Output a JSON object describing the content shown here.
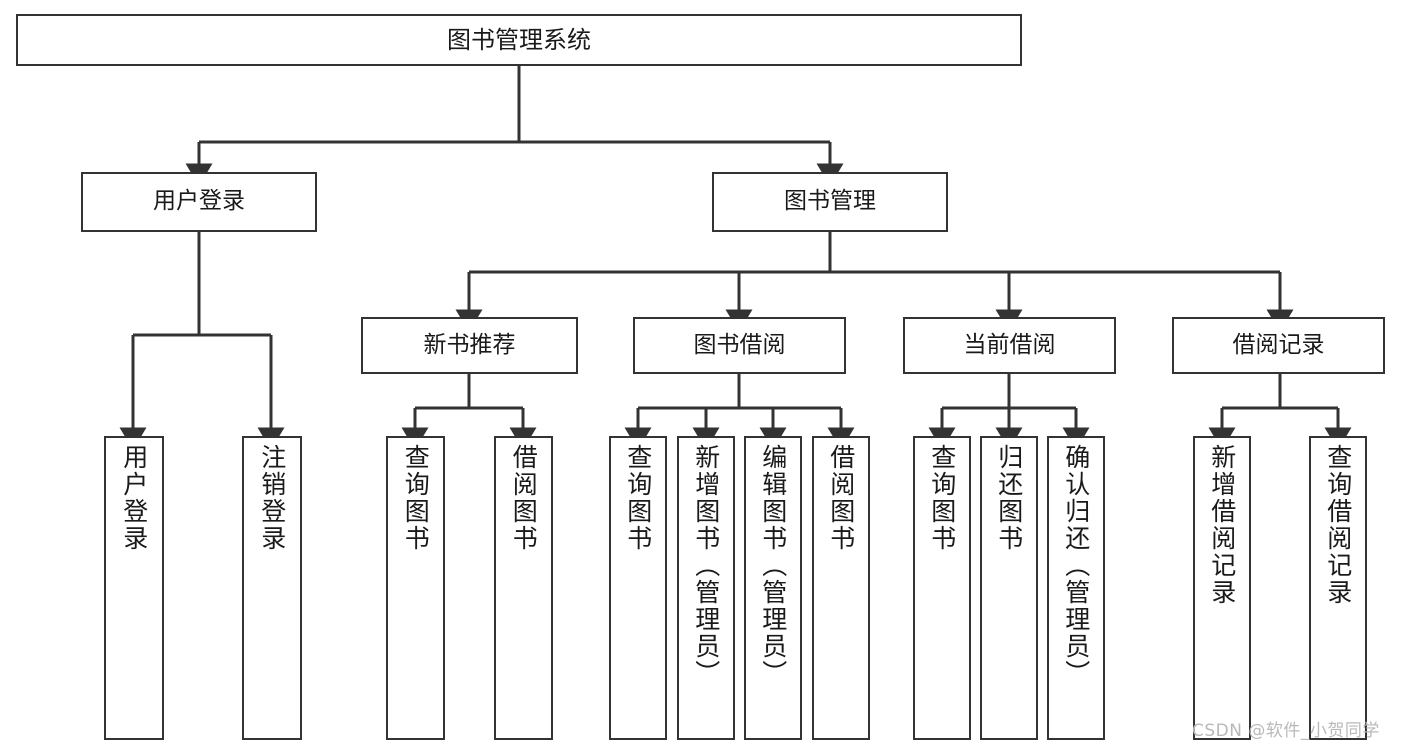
{
  "diagram": {
    "title": "图书管理系统",
    "type": "tree-hierarchy",
    "line_color": "#333333",
    "box_fill": "#ffffff",
    "text_color": "#1a1a1a",
    "nodes": {
      "root": {
        "label": "图书管理系统"
      },
      "level2": [
        {
          "label": "用户登录"
        },
        {
          "label": "图书管理"
        }
      ],
      "level3": [
        {
          "label": "新书推荐"
        },
        {
          "label": "图书借阅"
        },
        {
          "label": "当前借阅"
        },
        {
          "label": "借阅记录"
        }
      ],
      "leaves_user_login": [
        {
          "label": "用户登录"
        },
        {
          "label": "注销登录"
        }
      ],
      "leaves_new_book": [
        {
          "label": "查询图书"
        },
        {
          "label": "借阅图书"
        }
      ],
      "leaves_borrow": [
        {
          "label": "查询图书"
        },
        {
          "label": "新增图书（管理员）"
        },
        {
          "label": "编辑图书（管理员）"
        },
        {
          "label": "借阅图书"
        }
      ],
      "leaves_current": [
        {
          "label": "查询图书"
        },
        {
          "label": "归还图书"
        },
        {
          "label": "确认归还（管理员）"
        }
      ],
      "leaves_records": [
        {
          "label": "新增借阅记录"
        },
        {
          "label": "查询借阅记录"
        }
      ]
    }
  },
  "watermark": {
    "text": "CSDN @软件_小贺同学",
    "color": "#b9b9b9"
  }
}
